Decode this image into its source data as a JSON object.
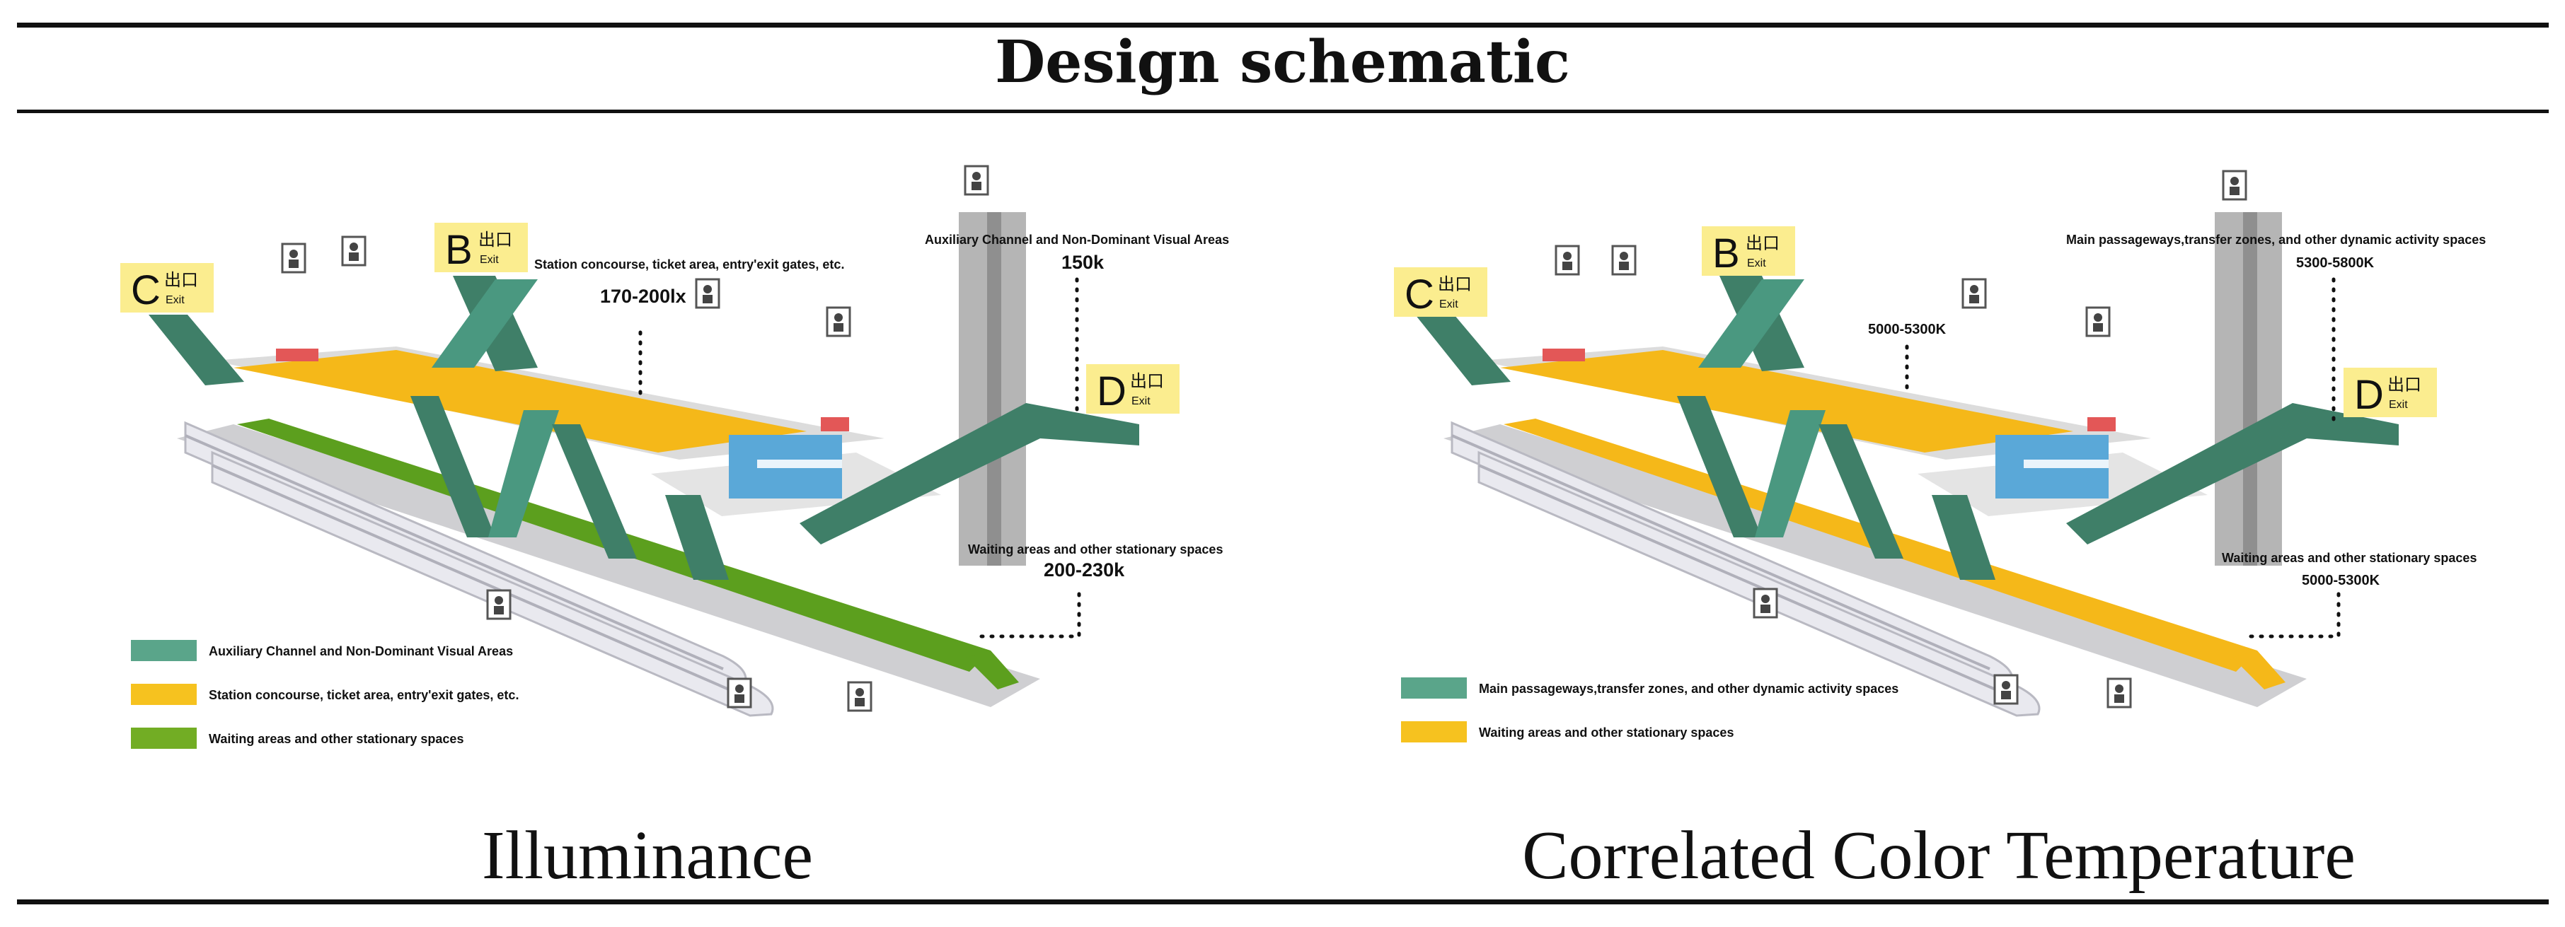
{
  "title": "Design schematic",
  "colors": {
    "green_dark": "#4a9880",
    "green_teal": "#3f7f68",
    "orange": "#f5b819",
    "lime": "#5c9f1e",
    "exit_bg": "#fbed8f",
    "blue_block": "#5aa8d8"
  },
  "exit_labels": {
    "cn": "出口",
    "en": "Exit",
    "letters": [
      "C",
      "B",
      "D"
    ]
  },
  "left_panel": {
    "caption": "Illuminance",
    "annotations": {
      "concourse_desc": "Station concourse, ticket area, entry'exit gates, etc.",
      "concourse_value": "170-200lx",
      "aux_desc": "Auxiliary Channel and Non-Dominant Visual Areas",
      "aux_value": "150k",
      "waiting_desc": "Waiting areas and other stationary spaces",
      "waiting_value": "200-230k"
    },
    "legend": [
      {
        "label": "Auxiliary Channel and Non-Dominant Visual Areas",
        "color": "#5aa58a"
      },
      {
        "label": "Station concourse, ticket area, entry'exit gates, etc.",
        "color": "#f6c21f"
      },
      {
        "label": "Waiting areas and other stationary spaces",
        "color": "#72ad24"
      }
    ]
  },
  "right_panel": {
    "caption": "Correlated Color Temperature",
    "annotations": {
      "concourse_value": "5000-5300K",
      "main_desc": "Main passageways,transfer zones, and other dynamic activity spaces",
      "main_value": "5300-5800K",
      "waiting_desc": "Waiting areas and other stationary spaces",
      "waiting_value": "5000-5300K"
    },
    "legend": [
      {
        "label": "Main passageways,transfer zones, and other dynamic activity spaces",
        "color": "#5aa58a"
      },
      {
        "label": "Waiting areas and other stationary spaces",
        "color": "#f6c21f"
      }
    ]
  }
}
